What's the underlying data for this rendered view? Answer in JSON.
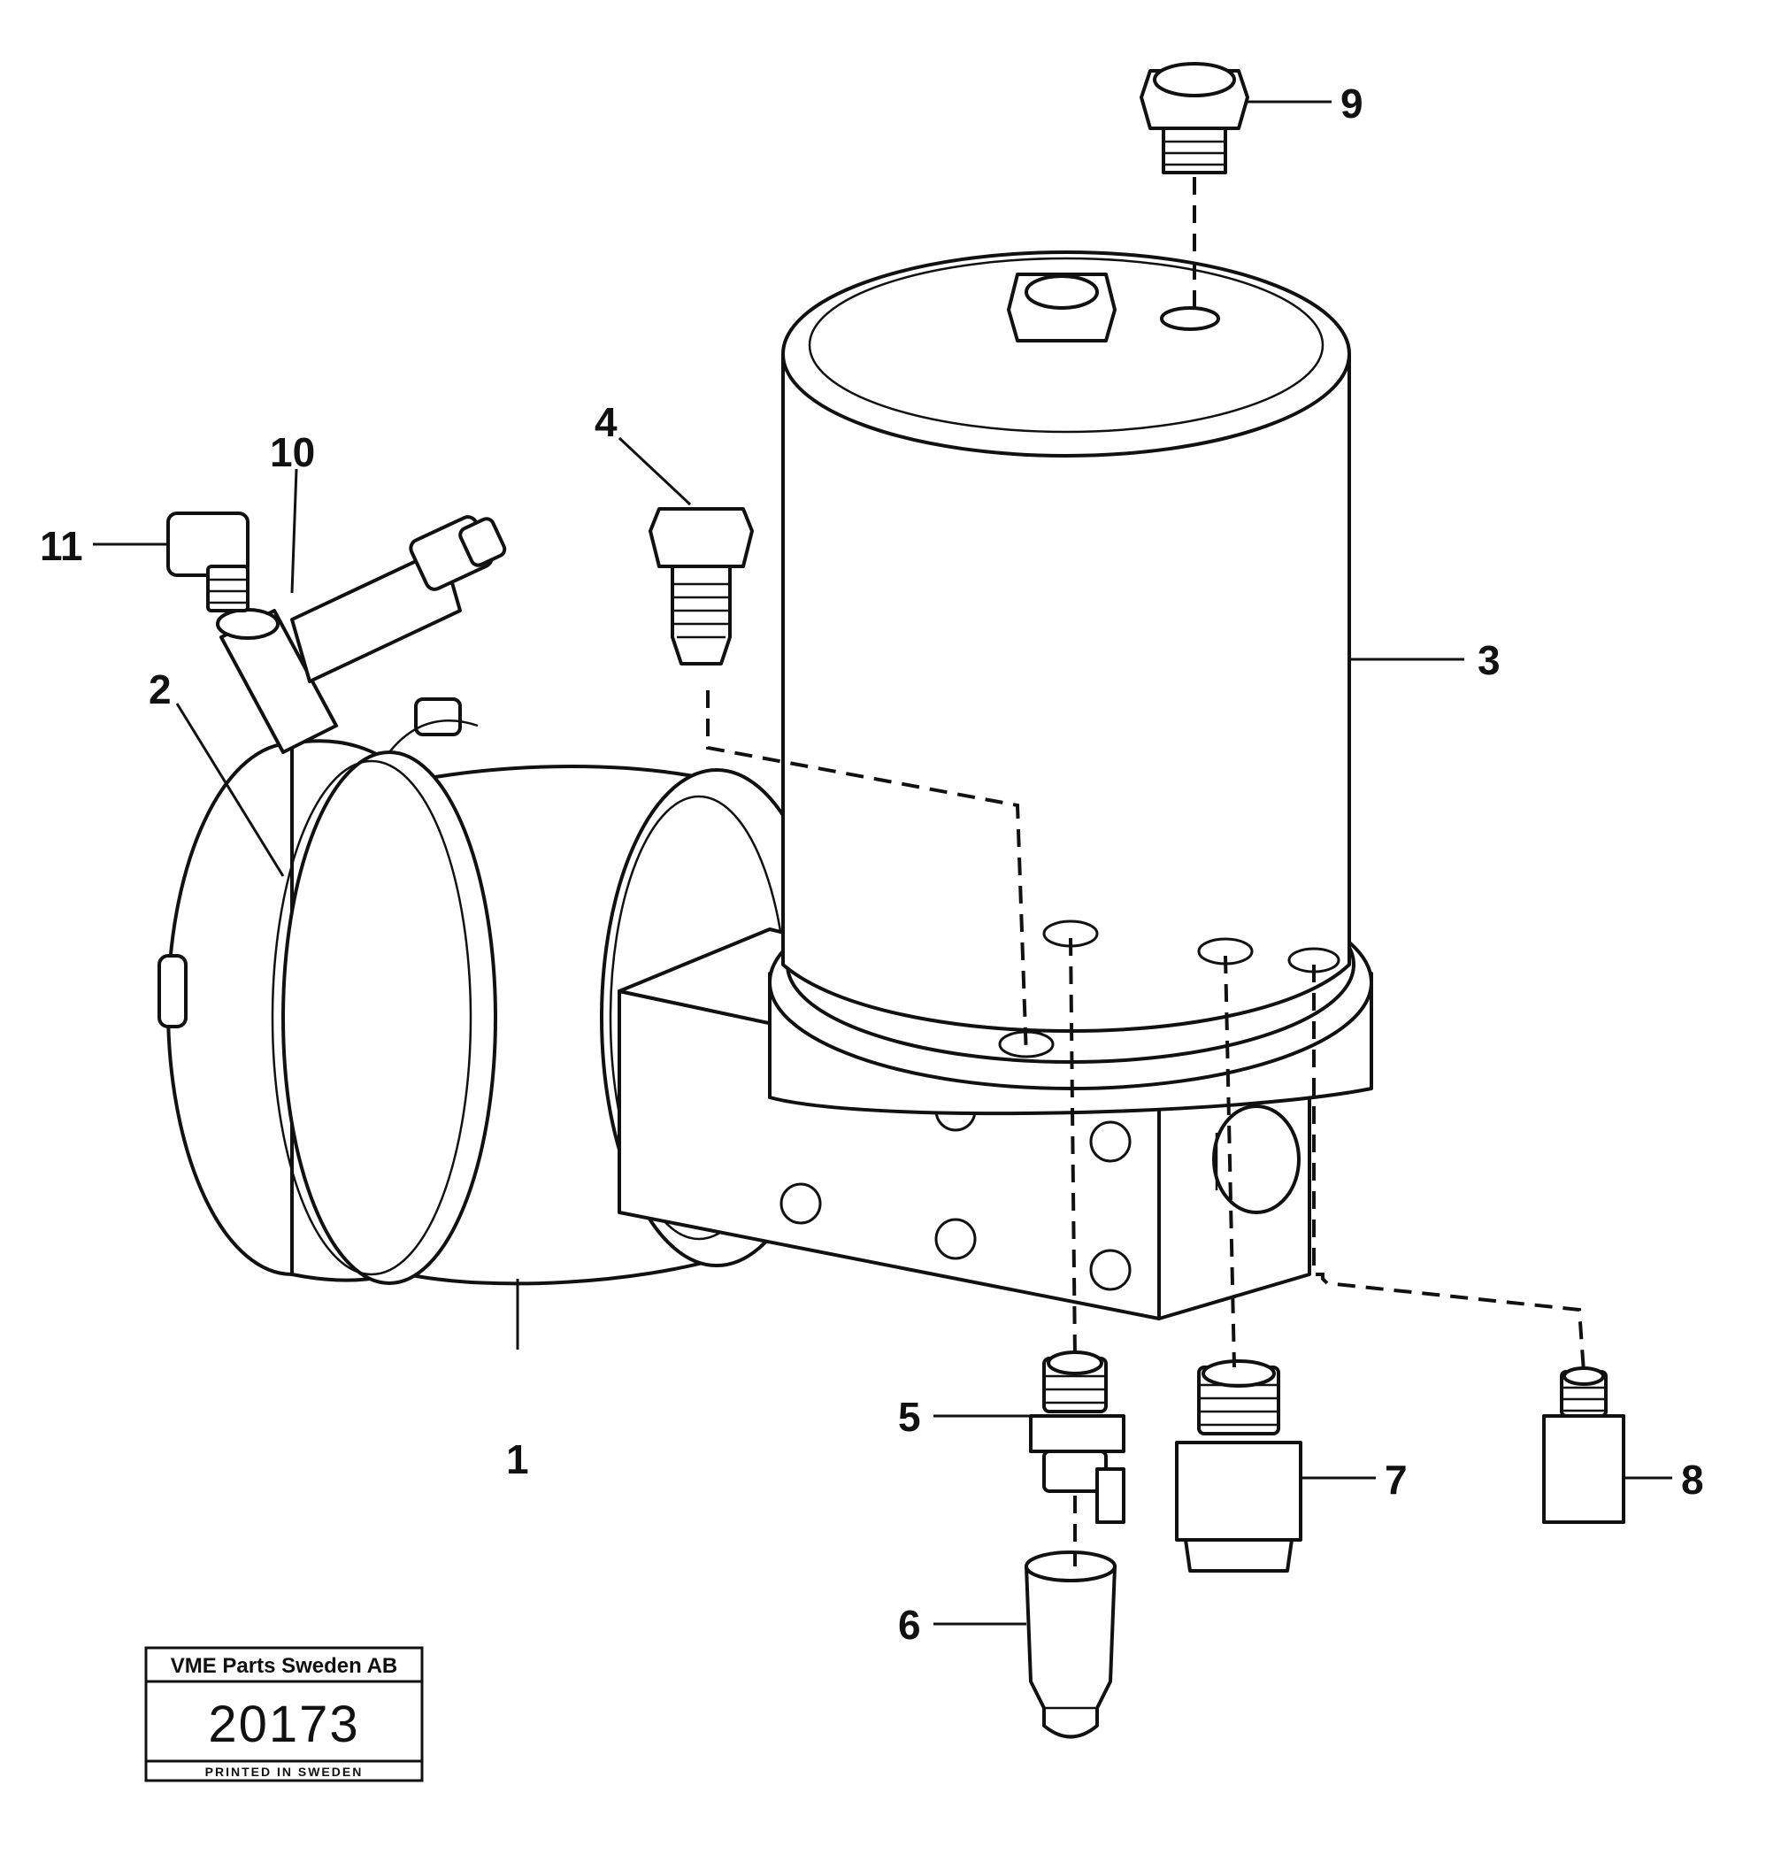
{
  "callouts": [
    "1",
    "2",
    "3",
    "4",
    "5",
    "6",
    "7",
    "8",
    "9",
    "10",
    "11"
  ],
  "stamp": {
    "company": "VME Parts Sweden AB",
    "number": "20173",
    "printed": "PRINTED IN SWEDEN"
  },
  "colors": {
    "ink": "#111111",
    "paper": "#ffffff"
  }
}
